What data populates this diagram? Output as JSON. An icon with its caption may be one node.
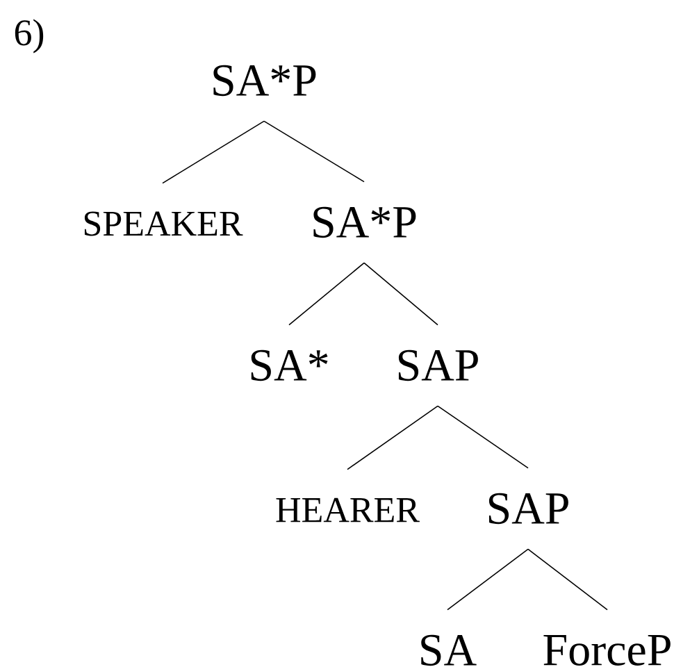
{
  "diagram": {
    "nodes": [
      {
        "text": [
          "SA*P"
        ]
      },
      {
        "text": [
          "SPEAKER"
        ]
      },
      {
        "text": [
          "SA*P"
        ]
      },
      {
        "text": [
          "SA*"
        ]
      },
      {
        "text": [
          "SAP"
        ]
      },
      {
        "text": [
          "HEARER"
        ]
      },
      {
        "text": [
          "SAP"
        ]
      },
      {
        "text": [
          "SA"
        ]
      },
      {
        "text": [
          "ForceP"
        ]
      }
    ],
    "edges": [
      {
        "from": 0,
        "to": 1,
        "arrow": "none"
      },
      {
        "from": 0,
        "to": 2,
        "arrow": "none"
      },
      {
        "from": 2,
        "to": 3,
        "arrow": "none"
      },
      {
        "from": 2,
        "to": 4,
        "arrow": "none"
      },
      {
        "from": 4,
        "to": 5,
        "arrow": "none"
      },
      {
        "from": 4,
        "to": 6,
        "arrow": "none"
      },
      {
        "from": 6,
        "to": 7,
        "arrow": "none"
      },
      {
        "from": 6,
        "to": 8,
        "arrow": "none"
      }
    ],
    "labels": [
      "6)"
    ]
  }
}
